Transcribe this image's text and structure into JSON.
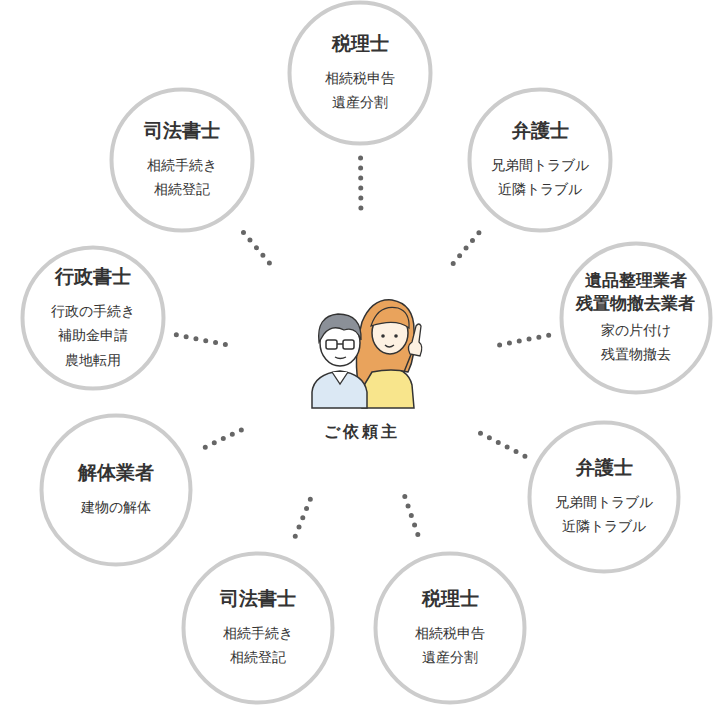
{
  "diagram": {
    "nodes": [
      {
        "text": [
          "税理士",
          "相続税申告 遺産分割"
        ]
      },
      {
        "text": [
          "司法書士",
          "相続手続き 相続登記"
        ]
      },
      {
        "text": [
          "弁護士",
          "兄弟間トラブル 近隣トラブル"
        ]
      },
      {
        "text": [
          "行政書士",
          "行政の手続き 補助金申請 農地転用"
        ]
      },
      {
        "text": [
          "遺品整理業者 残置物撤去業者",
          "家の片付け 残置物撤去"
        ]
      },
      {
        "text": [
          "解体業者",
          "建物の解体"
        ]
      },
      {
        "text": [
          "弁護士",
          "兄弟間トラブル 近隣トラブル"
        ]
      },
      {
        "text": [
          "司法書士",
          "相続手続き 相続登記"
        ]
      },
      {
        "text": [
          "税理士",
          "相続税申告 遺産分割"
        ]
      }
    ],
    "labels": [
      "ご依頼主"
    ]
  }
}
